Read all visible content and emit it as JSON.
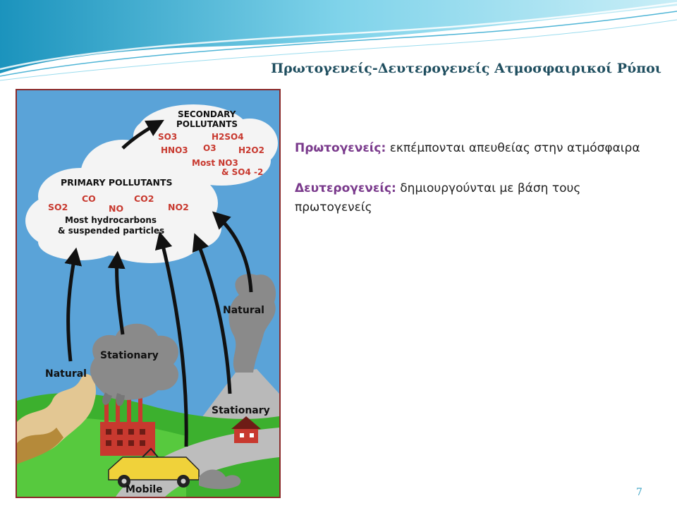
{
  "slide": {
    "title": "Πρωτογενείς-Δευτερογενείς Ατμοσφαιρικοί Ρύποι",
    "page_number": "7"
  },
  "definitions": [
    {
      "term": "Πρωτογενείς:",
      "text": " εκπέμπονται απευθείας στην ατμόσφαιρα"
    },
    {
      "term": "Δευτερογενείς:",
      "text": " δημιουργούνται με βάση τους πρωτογενείς"
    }
  ],
  "diagram": {
    "secondary_title_1": "SECONDARY",
    "secondary_title_2": "POLLUTANTS",
    "secondary_items": [
      "SO3",
      "H2SO4",
      "HNO3",
      "O3",
      "H2O2",
      "Most NO3",
      "& SO4 -2"
    ],
    "primary_title": "PRIMARY POLLUTANTS",
    "primary_items": [
      "SO2",
      "CO",
      "NO",
      "CO2",
      "NO2"
    ],
    "primary_note_1": "Most hydrocarbons",
    "primary_note_2": "& suspended particles",
    "sources": {
      "natural_left": "Natural",
      "stationary_center": "Stationary",
      "natural_right": "Natural",
      "stationary_right": "Stationary",
      "mobile": "Mobile"
    },
    "colors": {
      "sky": "#5aa3d8",
      "cloud": "#f4f4f4",
      "smoke": "#8a8a8a",
      "grass": "#3cb02e",
      "road": "#bdbdbd",
      "factory": "#c8392f",
      "car": "#f0d23a"
    }
  }
}
